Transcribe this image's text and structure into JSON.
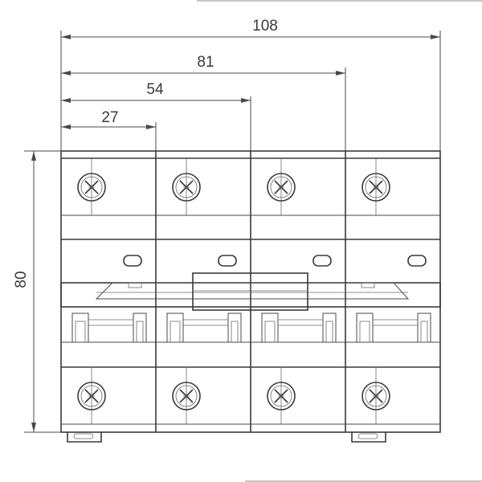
{
  "dimensions": {
    "total_width": "108",
    "three_pole_width": "81",
    "two_pole_width": "54",
    "one_pole_width": "27",
    "height": "80"
  },
  "device": {
    "poles": 4,
    "line_color": "#3a3a3a"
  }
}
